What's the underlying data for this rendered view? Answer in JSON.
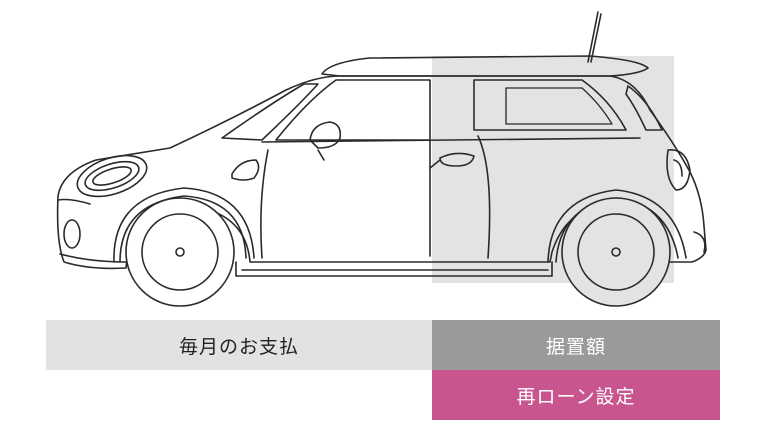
{
  "segments": {
    "monthly_label": "毎月のお支払",
    "deferred_label": "据置額",
    "reloan_label": "再ローン設定"
  },
  "colors": {
    "monthly_bg": "#e2e2e2",
    "deferred_bg": "#9a9a9a",
    "reloan_bg": "#c9558f",
    "rear_shade": "#e3e3e3"
  },
  "illustration": {
    "subject": "car-side-outline"
  }
}
